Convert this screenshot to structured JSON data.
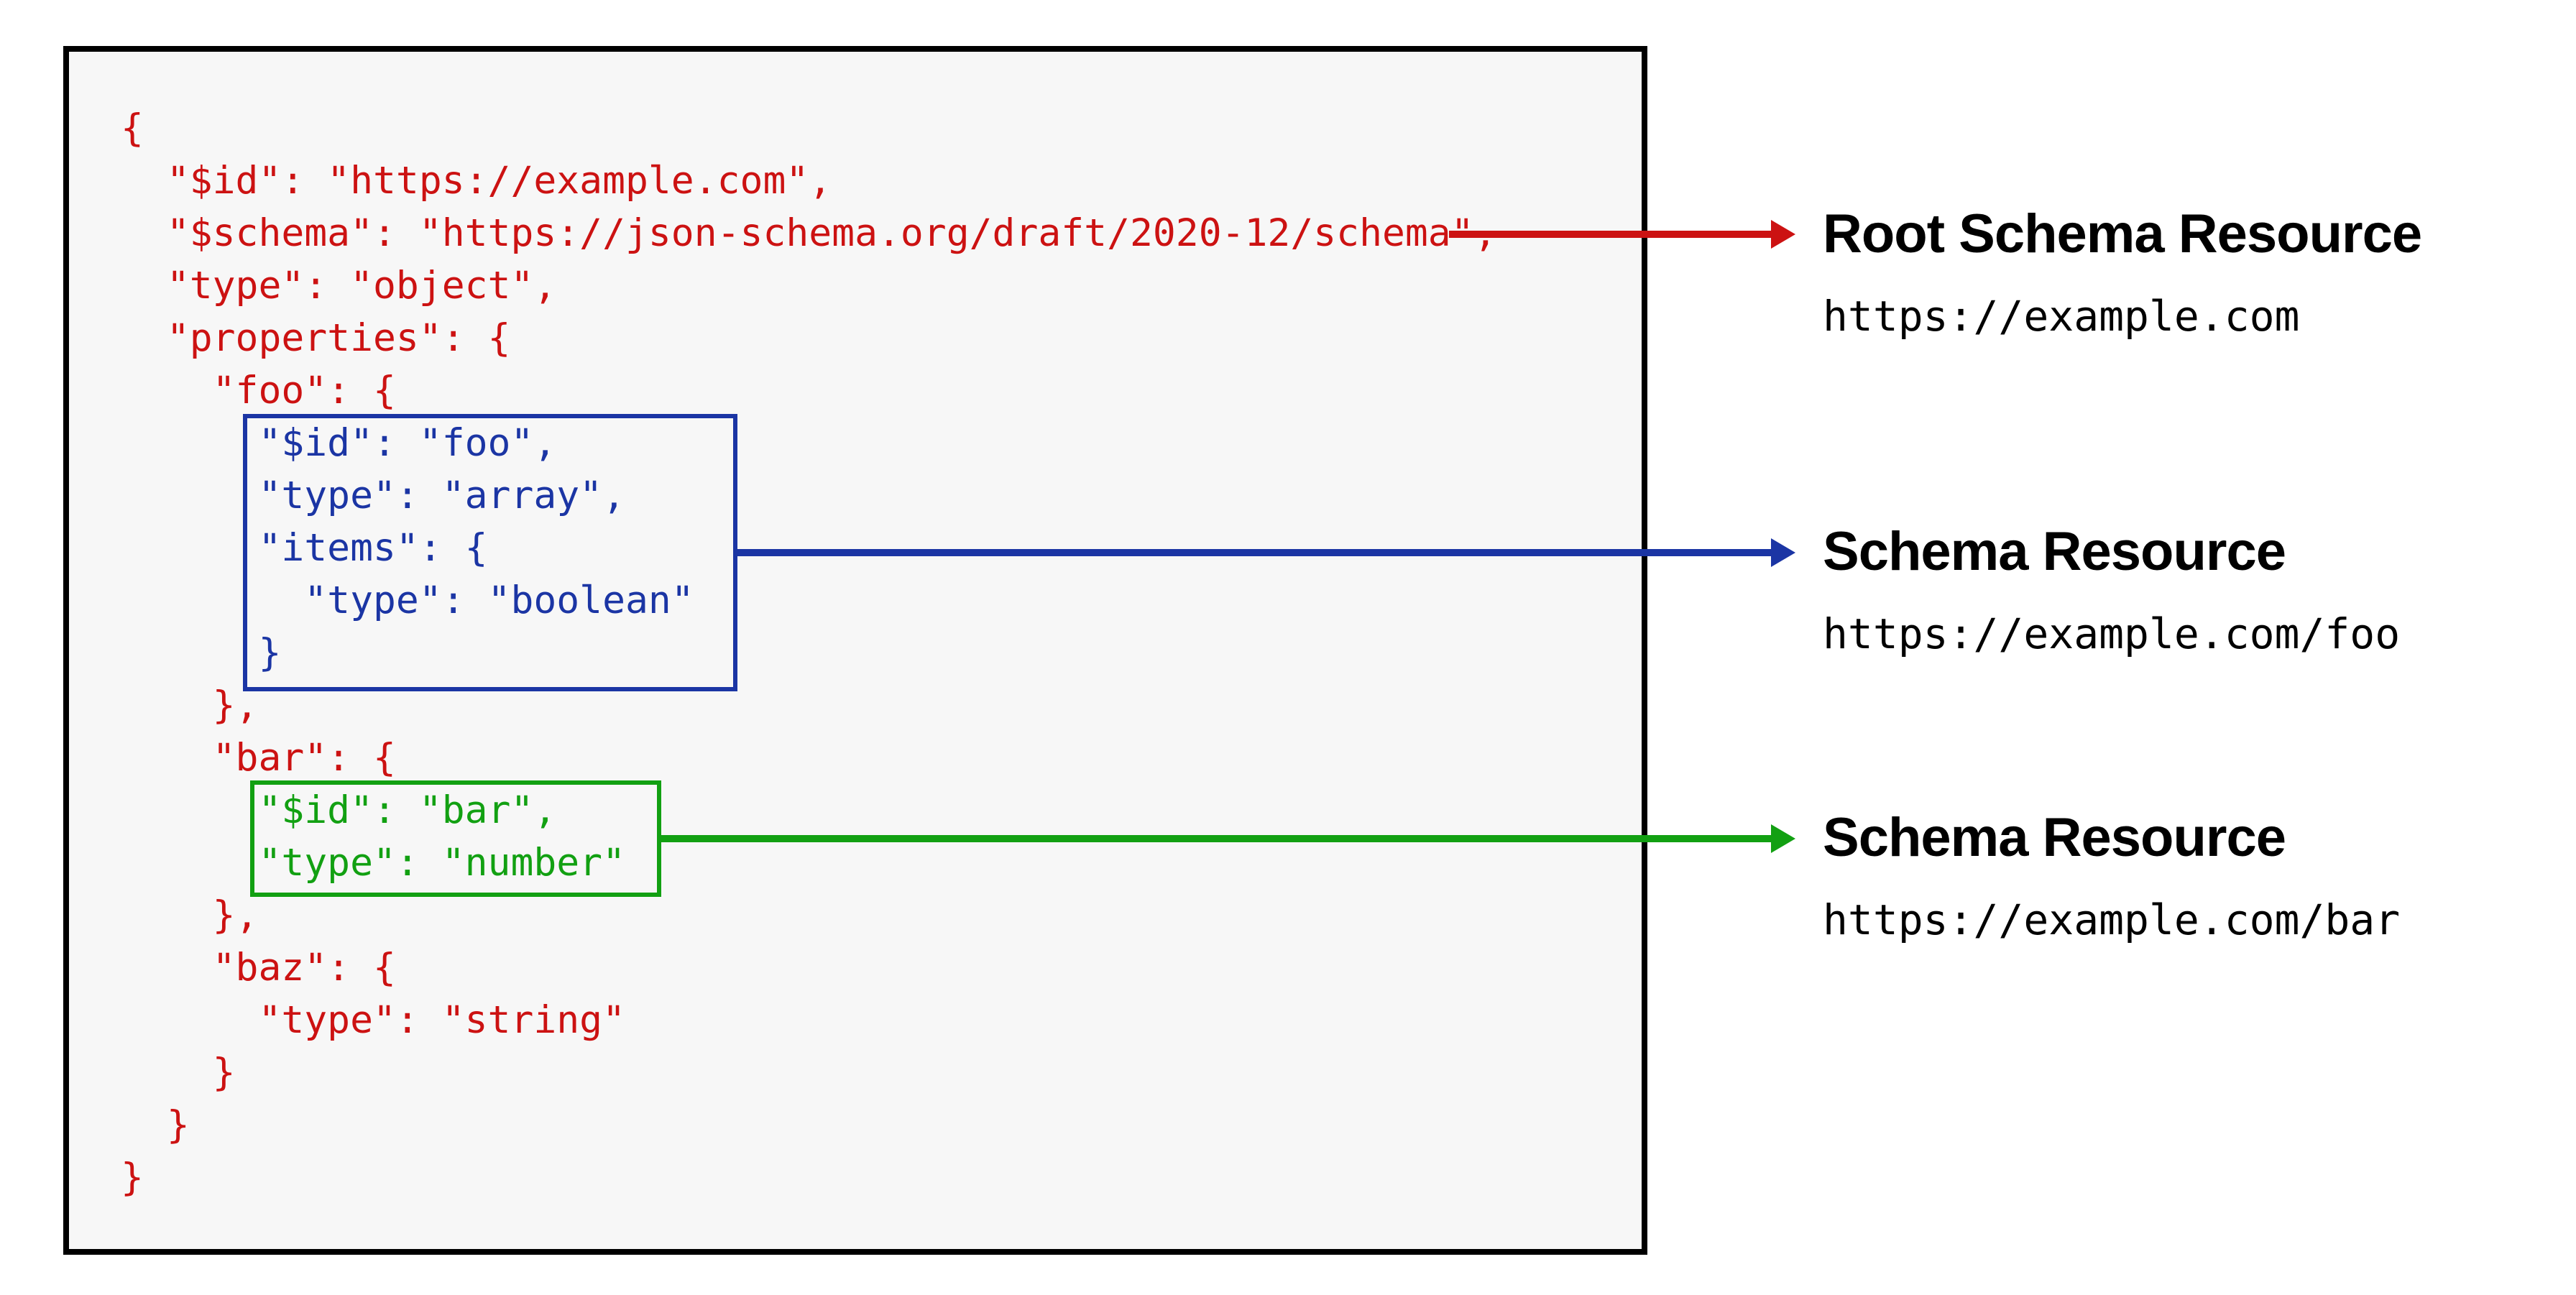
{
  "colors": {
    "red": "#CC1212",
    "blue": "#1B35A4",
    "green": "#12A012",
    "black": "#000000",
    "box_bg": "#F7F7F7",
    "page_bg": "#FFFFFF",
    "label_text": "#000000"
  },
  "code": {
    "lines": [
      {
        "text": "{",
        "color": "red"
      },
      {
        "text": "  \"$id\": \"https://example.com\",",
        "color": "red"
      },
      {
        "text": "  \"$schema\": \"https://json-schema.org/draft/2020-12/schema\",",
        "color": "red"
      },
      {
        "text": "  \"type\": \"object\",",
        "color": "red"
      },
      {
        "text": "  \"properties\": {",
        "color": "red"
      },
      {
        "text": "    \"foo\": {",
        "color": "red"
      },
      {
        "text": "      \"$id\": \"foo\",",
        "color": "blue"
      },
      {
        "text": "      \"type\": \"array\",",
        "color": "blue"
      },
      {
        "text": "      \"items\": {",
        "color": "blue"
      },
      {
        "text": "        \"type\": \"boolean\"",
        "color": "blue"
      },
      {
        "text": "      }",
        "color": "blue"
      },
      {
        "text": "    },",
        "color": "red"
      },
      {
        "text": "    \"bar\": {",
        "color": "red"
      },
      {
        "text": "      \"$id\": \"bar\",",
        "color": "green"
      },
      {
        "text": "      \"type\": \"number\"",
        "color": "green"
      },
      {
        "text": "    },",
        "color": "red"
      },
      {
        "text": "    \"baz\": {",
        "color": "red"
      },
      {
        "text": "      \"type\": \"string\"",
        "color": "red"
      },
      {
        "text": "    }",
        "color": "red"
      },
      {
        "text": "  }",
        "color": "red"
      },
      {
        "text": "}",
        "color": "red"
      }
    ]
  },
  "annotations": [
    {
      "title": "Root Schema Resource",
      "uri": "https://example.com",
      "color": "red"
    },
    {
      "title": "Schema Resource",
      "uri": "https://example.com/foo",
      "color": "blue"
    },
    {
      "title": "Schema Resource",
      "uri": "https://example.com/bar",
      "color": "green"
    }
  ]
}
